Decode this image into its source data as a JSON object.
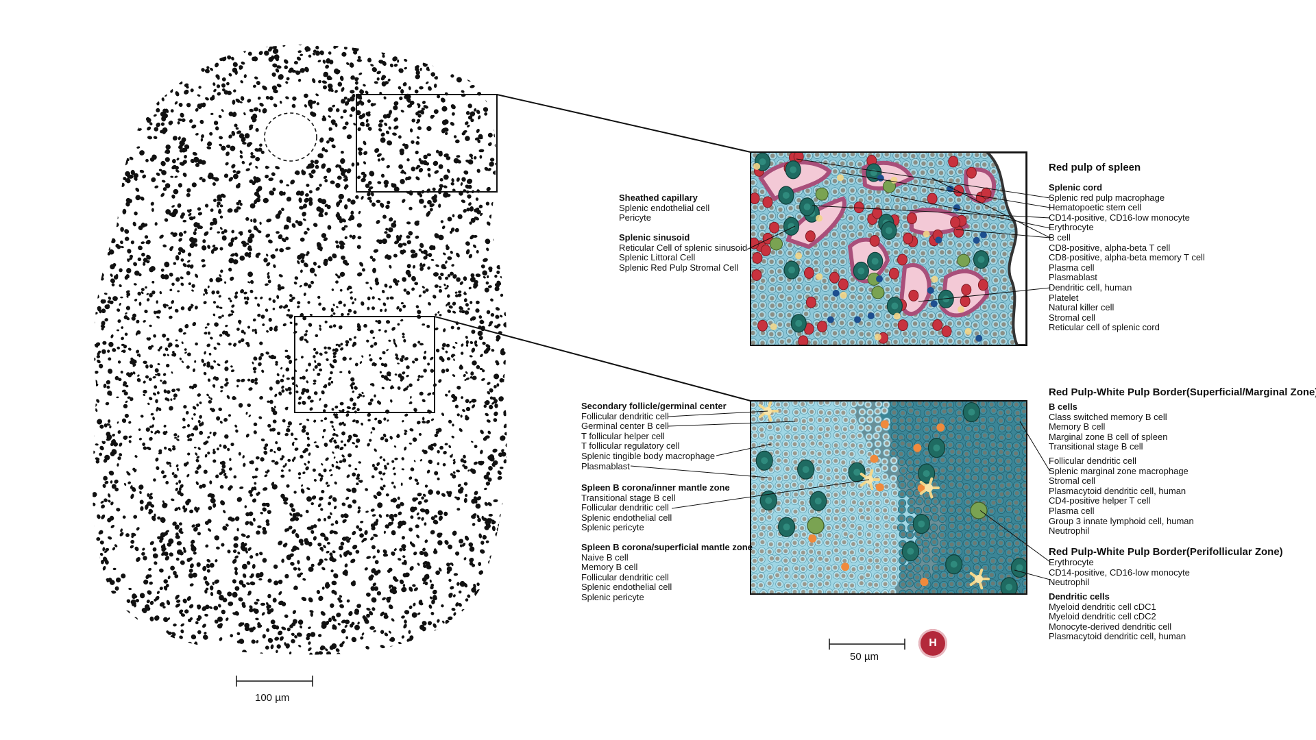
{
  "scale_bars": {
    "overview": "100 µm",
    "detail": "50 µm"
  },
  "logo_letter": "H",
  "colors": {
    "red_cell": "#c8323e",
    "vessel_pink": "#f3c9d6",
    "vessel_rim": "#a94f7a",
    "macrophage_teal": "#1f6b62",
    "green_cell": "#7aa352",
    "blue_cell": "#1d4f8f",
    "tissue_blue": "#7fc0d2",
    "dark_zone": "#3b8596",
    "platelet_yellow": "#f2d68a",
    "neutrophil_orange": "#f08a3c"
  },
  "left_labels": {
    "sheathed": {
      "title": "Sheathed capillary",
      "items": [
        "Splenic endothelial cell",
        "Pericyte"
      ]
    },
    "sinusoid": {
      "title": "Splenic sinusoid",
      "items": [
        "Reticular Cell of splenic sinusoid",
        "Splenic Littoral Cell",
        "Splenic Red Pulp Stromal Cell"
      ]
    },
    "follicle": {
      "title": "Secondary follicle/germinal center",
      "items": [
        "Follicular dendritic cell",
        "Germinal center B cell",
        "T follicular helper cell",
        "T follicular regulatory cell",
        "Splenic tingible body macrophage",
        "Plasmablast"
      ]
    },
    "inner_mantle": {
      "title": "Spleen B corona/inner mantle zone",
      "items": [
        "Transitional stage B cell",
        "Follicular dendritic cell",
        "Splenic endothelial cell",
        "Splenic pericyte"
      ]
    },
    "superficial_mantle": {
      "title": "Spleen B corona/superficial mantle zone",
      "items": [
        "Naive B cell",
        "Memory B cell",
        "Follicular dendritic cell",
        "Splenic endothelial cell",
        "Splenic pericyte"
      ]
    }
  },
  "right_labels": {
    "red_pulp_title": "Red pulp of spleen",
    "splenic_cord": {
      "title": "Splenic cord",
      "items": [
        "Splenic red pulp macrophage",
        "Hematopoetic stem cell",
        "CD14-positive, CD16-low monocyte",
        "Erythrocyte",
        "B cell",
        "CD8-positive, alpha-beta T cell",
        "CD8-positive, alpha-beta memory T cell",
        "Plasma cell",
        "Plasmablast",
        "Dendritic cell, human",
        "Platelet",
        "Natural killer cell",
        "Stromal cell",
        "Reticular cell of splenic cord"
      ]
    },
    "marginal_title": "Red Pulp-White Pulp Border(Superficial/Marginal Zone)",
    "b_cells": {
      "title": "B cells",
      "items": [
        "Class switched memory B cell",
        "Memory B cell",
        "Marginal zone B cell of spleen",
        "Transitional stage B cell"
      ]
    },
    "marginal_other": {
      "items": [
        "Follicular dendritic cell",
        "Splenic marginal zone macrophage",
        "Stromal cell",
        "Plasmacytoid dendritic cell, human",
        "CD4-positive helper T cell",
        "Plasma cell",
        "Group 3 innate lymphoid cell, human",
        "Neutrophil"
      ]
    },
    "perifollicular_title": "Red Pulp-White Pulp Border(Perifollicular Zone)",
    "perifollicular": {
      "items": [
        "Erythrocyte",
        "CD14-positive, CD16-low monocyte",
        "Neutrophil"
      ]
    },
    "dendritic": {
      "title": "Dendritic cells",
      "items": [
        "Myeloid dendritic cell cDC1",
        "Myeloid dendritic cell cDC2",
        "Monocyte-derived dendritic cell",
        "Plasmacytoid dendritic cell, human"
      ]
    }
  }
}
